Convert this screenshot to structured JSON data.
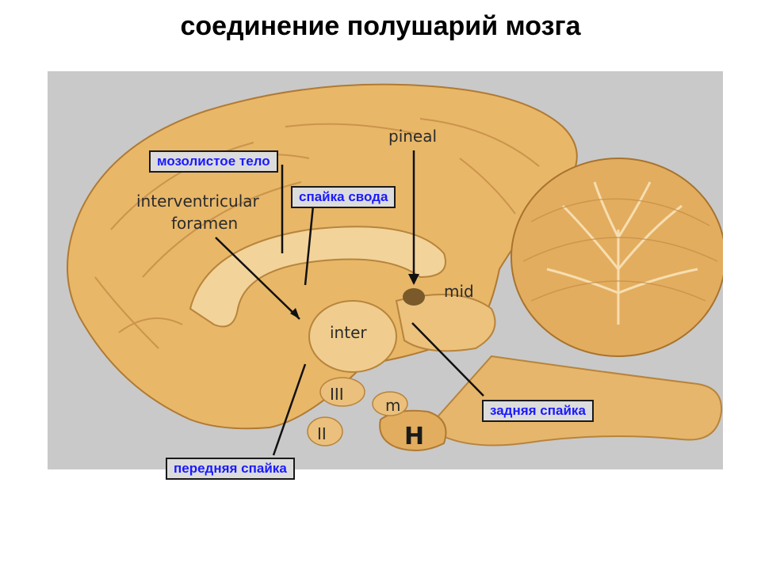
{
  "title": "соединение полушарий мозга",
  "photo_labels": {
    "interventricular": "interventricular",
    "foramen": "foramen",
    "pineal": "pineal",
    "mid": "mid",
    "inter": "inter",
    "iii": "III",
    "m": "m",
    "ii": "II",
    "h": "H"
  },
  "callouts": {
    "corpus_callosum": "мозолистое тело",
    "fornix_commissure": "спайка свода",
    "posterior_commissure": "задняя спайка",
    "anterior_commissure": "передняя спайка"
  },
  "colors": {
    "background_panel": "#c9c9c9",
    "brain": "#e8b768",
    "callout_text": "#1a1aff"
  }
}
